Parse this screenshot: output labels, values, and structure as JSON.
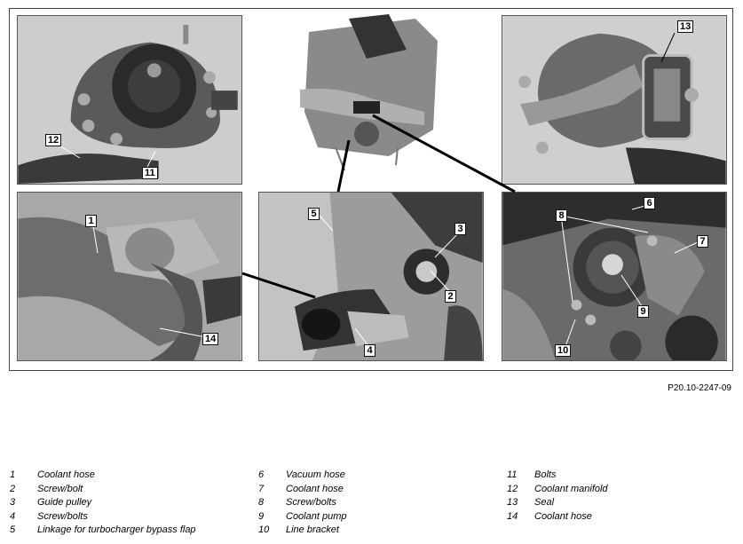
{
  "figure_code": "P20.10-2247-09",
  "callouts": {
    "c1": "1",
    "c2": "2",
    "c3": "3",
    "c4": "4",
    "c5": "5",
    "c6": "6",
    "c7": "7",
    "c8": "8",
    "c9": "9",
    "c10": "10",
    "c11": "11",
    "c12": "12",
    "c13": "13",
    "c14": "14"
  },
  "legend": [
    [
      {
        "num": "1",
        "text": "Coolant hose"
      },
      {
        "num": "2",
        "text": "Screw/bolt"
      },
      {
        "num": "3",
        "text": "Guide pulley"
      },
      {
        "num": "4",
        "text": "Screw/bolts"
      },
      {
        "num": "5",
        "text": "Linkage for turbocharger bypass flap"
      }
    ],
    [
      {
        "num": "6",
        "text": "Vacuum hose"
      },
      {
        "num": "7",
        "text": "Coolant hose"
      },
      {
        "num": "8",
        "text": "Screw/bolts"
      },
      {
        "num": "9",
        "text": "Coolant pump"
      },
      {
        "num": "10",
        "text": "Line bracket"
      }
    ],
    [
      {
        "num": "11",
        "text": "Bolts"
      },
      {
        "num": "12",
        "text": "Coolant manifold"
      },
      {
        "num": "13",
        "text": "Seal"
      },
      {
        "num": "14",
        "text": "Coolant hose"
      }
    ]
  ]
}
